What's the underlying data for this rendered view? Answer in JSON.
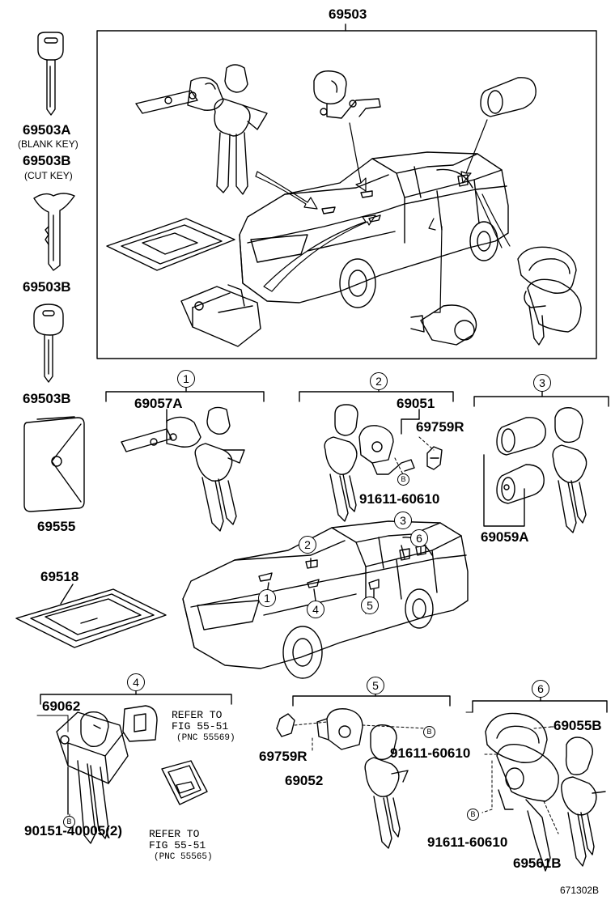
{
  "labels": {
    "main_assembly": "69503",
    "blank_key_part": "69503A",
    "blank_key_note": "(BLANK KEY)",
    "cut_key_part": "69503B",
    "cut_key_note": "(CUT KEY)",
    "key2_part": "69503B",
    "key3_part": "69503B",
    "card_case": "69555",
    "plate": "69518",
    "ignition_cyl": "69057A",
    "door_cyl_set": "69051",
    "door_lever_r": "69759R",
    "screw_a": "91611-60610",
    "glovebox_cyl": "69059A",
    "cyl4_part": "69062",
    "cyl4_screw": "90151-40005(2)",
    "refer1_line1": "REFER TO",
    "refer1_line2": "FIG 55-51",
    "refer1_line3": "(PNC 55569)",
    "refer2_line1": "REFER TO",
    "refer2_line2": "FIG 55-51",
    "refer2_line3": "(PNC 55565)",
    "lever5_r": "69759R",
    "cyl5_part": "69052",
    "screw5": "91611-60610",
    "cyl6_part": "69055B",
    "screw6": "91611-60610",
    "cyl6_pad": "69561B",
    "figure_code": "671302B"
  },
  "callouts": {
    "c1": "1",
    "c2": "2",
    "c3": "3",
    "c4": "4",
    "c5": "5",
    "c6": "6",
    "car_1": "1",
    "car_2": "2",
    "car_3": "3",
    "car_4": "4",
    "car_5": "5",
    "car_6": "6",
    "b": "B"
  }
}
